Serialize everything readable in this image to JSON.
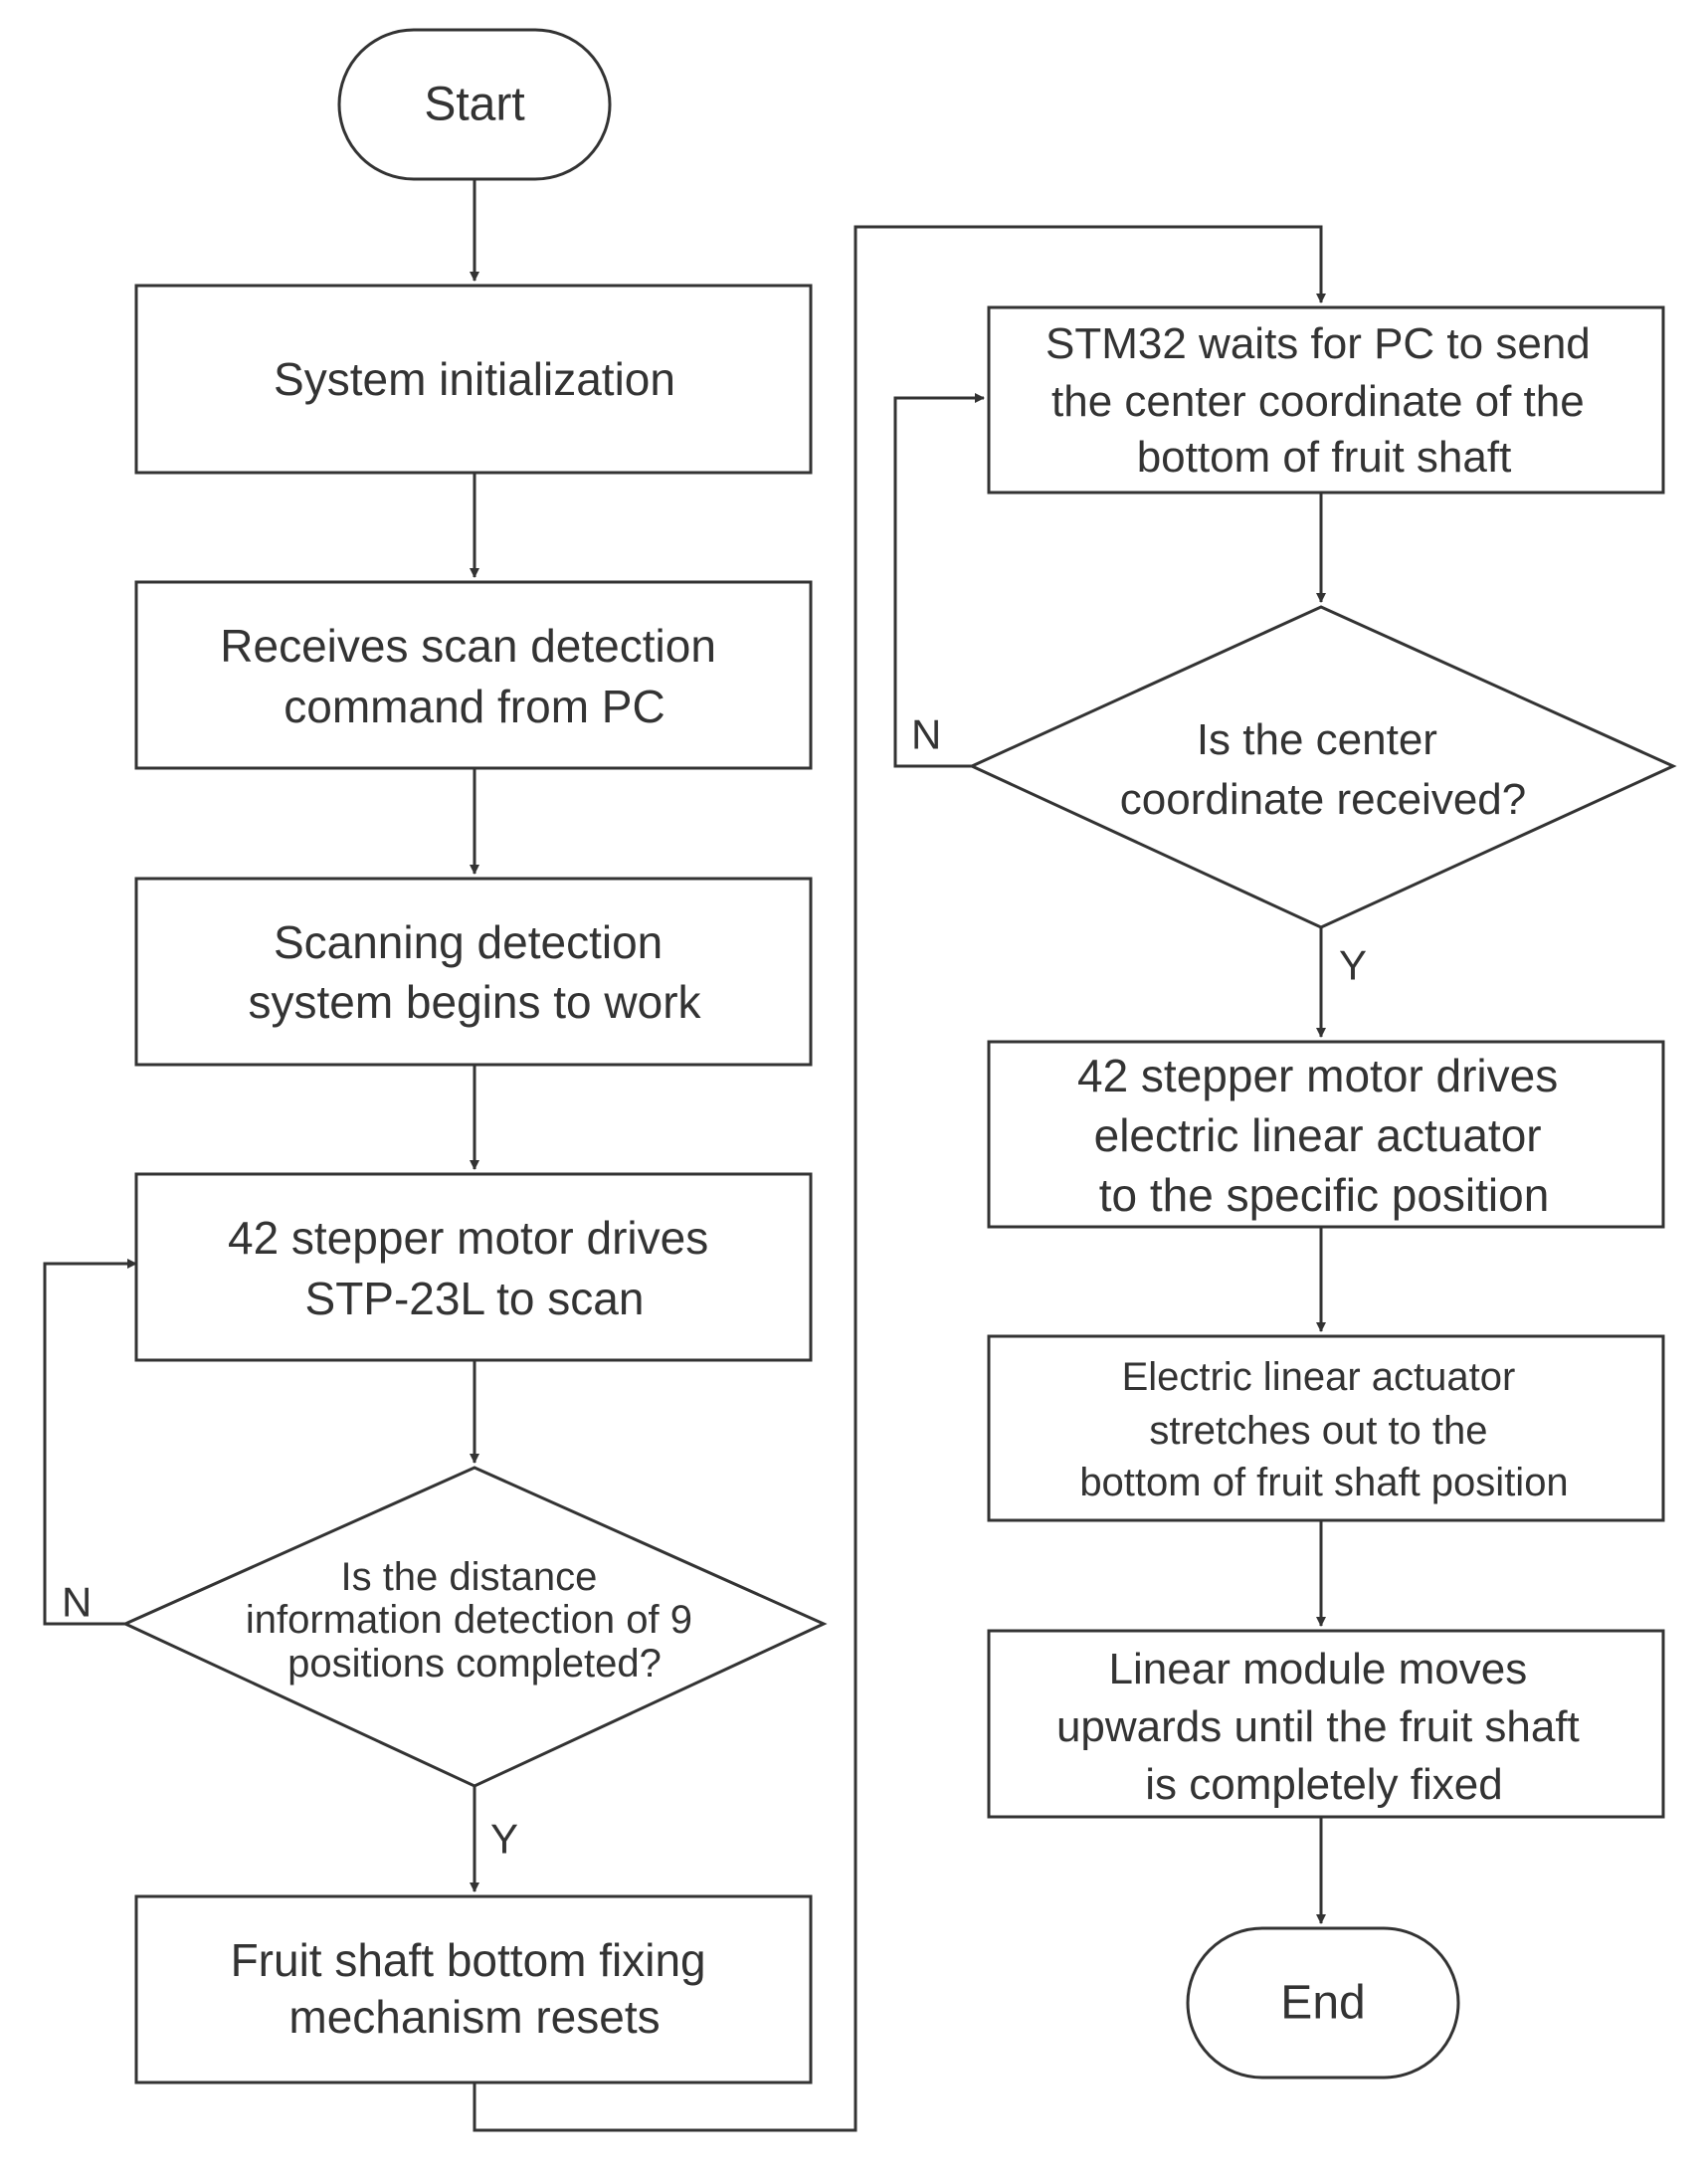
{
  "flowchart": {
    "start": "Start",
    "end": "End",
    "steps": {
      "system_init": [
        "System initialization"
      ],
      "receive_cmd": [
        "Receives scan detection",
        "command from PC"
      ],
      "scanning_begins": [
        "Scanning detection",
        "system begins to work"
      ],
      "stepper_scan": [
        "42 stepper motor drives",
        "STP-23L to scan"
      ],
      "mechanism_reset": [
        "Fruit shaft bottom fixing",
        "mechanism resets"
      ],
      "stm32_wait": [
        "STM32 waits for PC to send",
        "the center coordinate of the",
        "bottom of fruit shaft"
      ],
      "stepper_actuator": [
        "42 stepper motor drives",
        "electric linear actuator",
        "to the specific position"
      ],
      "actuator_stretch": [
        "Electric linear actuator",
        "stretches out to the",
        "bottom of fruit shaft position"
      ],
      "module_up": [
        "Linear module moves",
        "upwards until the fruit shaft",
        "is completely fixed"
      ]
    },
    "decisions": {
      "distance_check": [
        "Is the distance",
        "information detection of 9",
        "positions completed?"
      ],
      "center_check": [
        "Is the center",
        "coordinate received?"
      ]
    },
    "branch_labels": {
      "yes": "Y",
      "no": "N"
    }
  }
}
